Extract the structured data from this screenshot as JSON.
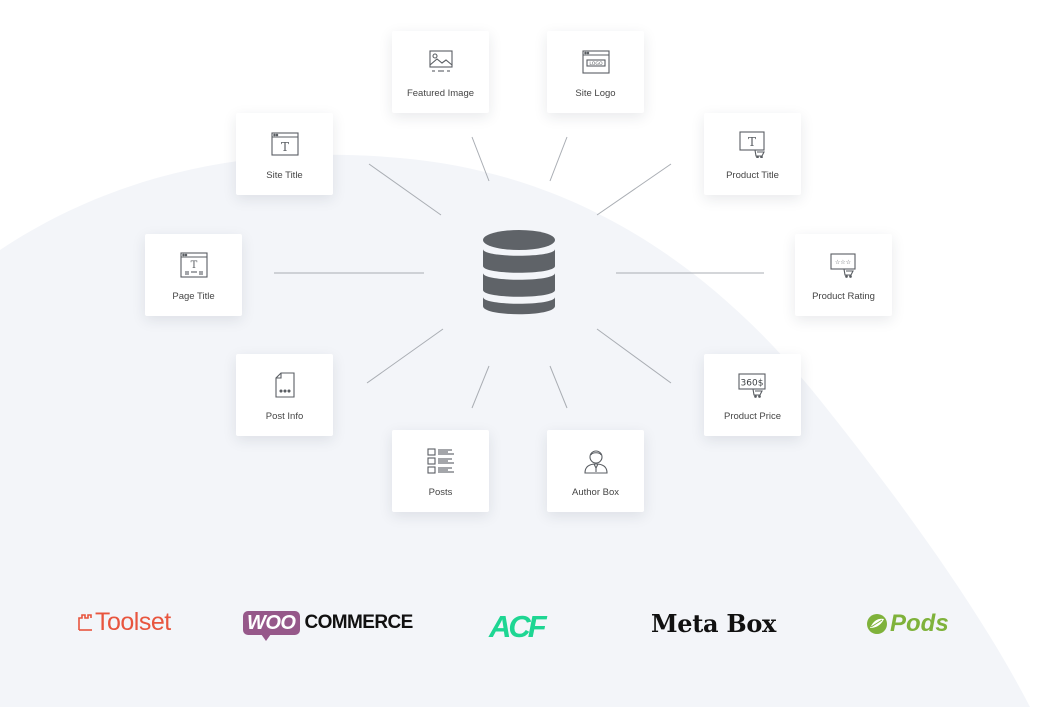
{
  "diagram": {
    "center": {
      "icon": "database-icon"
    },
    "nodes": [
      {
        "id": "featured-image",
        "label": "Featured Image",
        "icon": "image-icon"
      },
      {
        "id": "site-logo",
        "label": "Site Logo",
        "icon": "logo-window-icon"
      },
      {
        "id": "site-title",
        "label": "Site Title",
        "icon": "title-window-icon"
      },
      {
        "id": "product-title",
        "label": "Product Title",
        "icon": "product-title-icon"
      },
      {
        "id": "page-title",
        "label": "Page Title",
        "icon": "page-title-icon"
      },
      {
        "id": "product-rating",
        "label": "Product Rating",
        "icon": "star-rating-icon"
      },
      {
        "id": "post-info",
        "label": "Post Info",
        "icon": "document-dots-icon"
      },
      {
        "id": "product-price",
        "label": "Product Price",
        "icon": "price-tag-icon"
      },
      {
        "id": "posts",
        "label": "Posts",
        "icon": "post-list-icon"
      },
      {
        "id": "author-box",
        "label": "Author Box",
        "icon": "user-avatar-icon"
      }
    ]
  },
  "logos": {
    "toolset": "Toolset",
    "woo": "WOO",
    "commerce": "COMMERCE",
    "acf": "ACF",
    "metabox": "Meta Box",
    "pods": "Pods"
  },
  "colors": {
    "background_curve": "#f3f5f9",
    "connector": "#a9adb3",
    "icon_stroke": "#5a5e63",
    "database": "#5f6368",
    "toolset": "#e8553e",
    "woo_purple": "#96588a",
    "acf_green": "#1ed693",
    "pods_green": "#7fb23b"
  }
}
